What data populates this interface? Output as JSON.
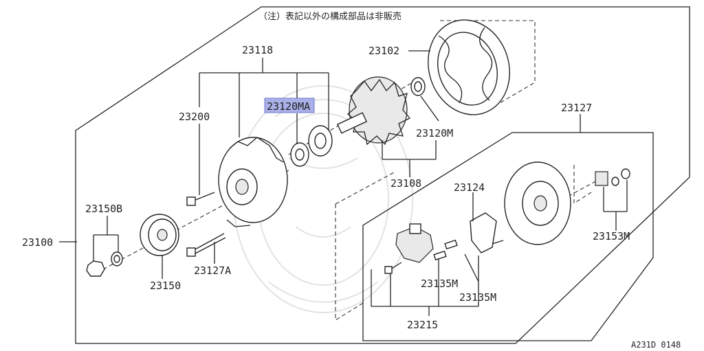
{
  "note": "（注）表記以外の構成部品は非販売",
  "drawing_code": "A231D 0148",
  "highlight_color": "#aab0e8",
  "labels": {
    "l23100": "23100",
    "l23102": "23102",
    "l23108": "23108",
    "l23118": "23118",
    "l23120ma": "23120MA",
    "l23120m": "23120M",
    "l23124": "23124",
    "l23127": "23127",
    "l23127a": "23127A",
    "l23135m_a": "23135M",
    "l23135m_b": "23135M",
    "l23150": "23150",
    "l23150b": "23150B",
    "l23153m": "23153M",
    "l23200": "23200",
    "l23215": "23215"
  }
}
